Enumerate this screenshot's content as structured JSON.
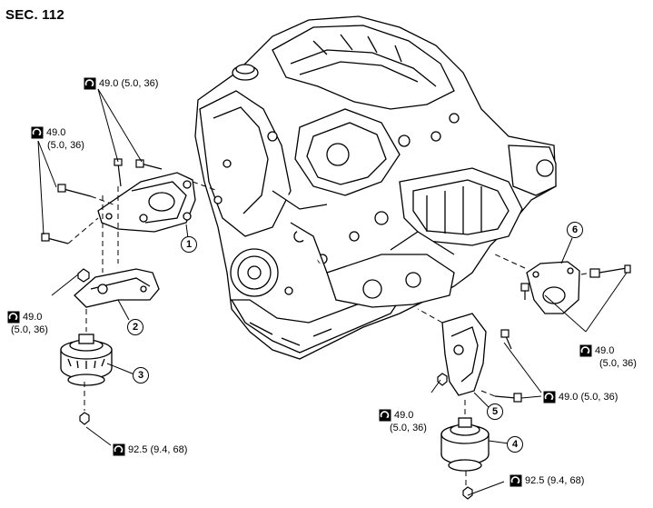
{
  "section": "SEC. 112",
  "callouts": [
    "1",
    "2",
    "3",
    "4",
    "5",
    "6"
  ],
  "torques": {
    "t_top_left_a": "49.0 (5.0, 36)",
    "t_left_b_1": "49.0",
    "t_left_b_2": "(5.0, 36)",
    "t_left_c_1": "49.0",
    "t_left_c_2": "(5.0, 36)",
    "t_left_d": "92.5 (9.4, 68)",
    "t_mid_e_1": "49.0",
    "t_mid_e_2": "(5.0, 36)",
    "t_mid_f": "49.0 (5.0, 36)",
    "t_right_g_1": "49.0",
    "t_right_g_2": "(5.0, 36)",
    "t_bottom_h": "92.5 (9.4, 68)"
  },
  "icons": {
    "torque": "torque-wrench-icon"
  }
}
